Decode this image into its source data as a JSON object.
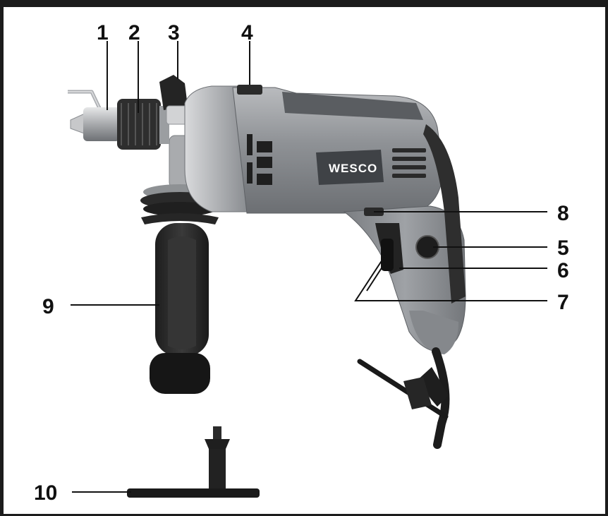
{
  "brand": {
    "logo_text": "WESCO"
  },
  "callouts": [
    {
      "id": "1",
      "label": "1"
    },
    {
      "id": "2",
      "label": "2"
    },
    {
      "id": "3",
      "label": "3"
    },
    {
      "id": "4",
      "label": "4"
    },
    {
      "id": "5",
      "label": "5"
    },
    {
      "id": "6",
      "label": "6"
    },
    {
      "id": "7",
      "label": "7"
    },
    {
      "id": "8",
      "label": "8"
    },
    {
      "id": "9",
      "label": "9"
    },
    {
      "id": "10",
      "label": "10"
    }
  ],
  "colors": {
    "body_gray": "#8f9296",
    "dark_rubber": "#2b2b2b",
    "frame": "#1c1c1c"
  }
}
